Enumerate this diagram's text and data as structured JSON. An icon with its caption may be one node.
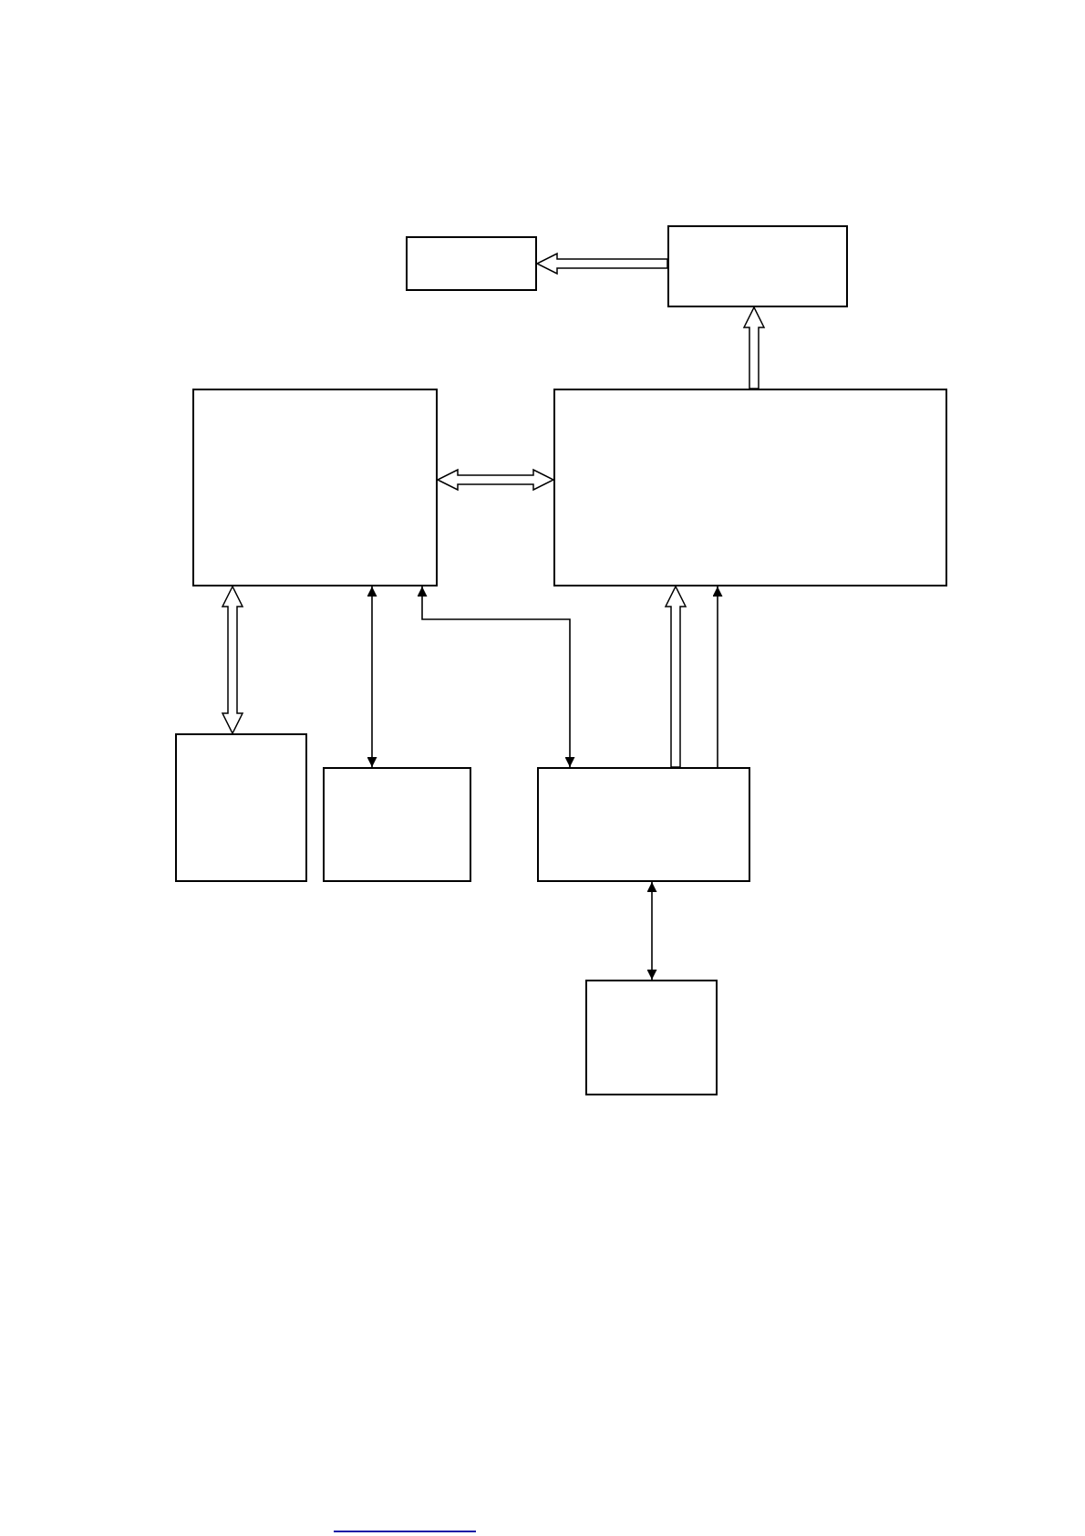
{
  "diagram": {
    "nodes": [
      {
        "text": [],
        "shape": "box"
      },
      {
        "text": [],
        "shape": "box"
      },
      {
        "text": [],
        "shape": "box"
      },
      {
        "text": [],
        "shape": "box"
      },
      {
        "text": [],
        "shape": "box"
      },
      {
        "text": [],
        "shape": "box"
      },
      {
        "text": [],
        "shape": "box"
      },
      {
        "text": [],
        "shape": "box"
      }
    ],
    "edges": [
      {
        "from": 1,
        "to": 0,
        "arrow": "to",
        "style": "thick"
      },
      {
        "from": 3,
        "to": 1,
        "arrow": "to",
        "style": "thick"
      },
      {
        "from": 2,
        "to": 3,
        "arrow": "both",
        "style": "thick"
      },
      {
        "from": 2,
        "to": 4,
        "arrow": "both",
        "style": "thick"
      },
      {
        "from": 2,
        "to": 5,
        "arrow": "both"
      },
      {
        "from": 6,
        "to": 2,
        "arrow": "both"
      },
      {
        "from": 6,
        "to": 3,
        "arrow": "to",
        "style": "thick"
      },
      {
        "from": 6,
        "to": 3,
        "arrow": "to"
      },
      {
        "from": 6,
        "to": 7,
        "arrow": "both"
      }
    ]
  }
}
